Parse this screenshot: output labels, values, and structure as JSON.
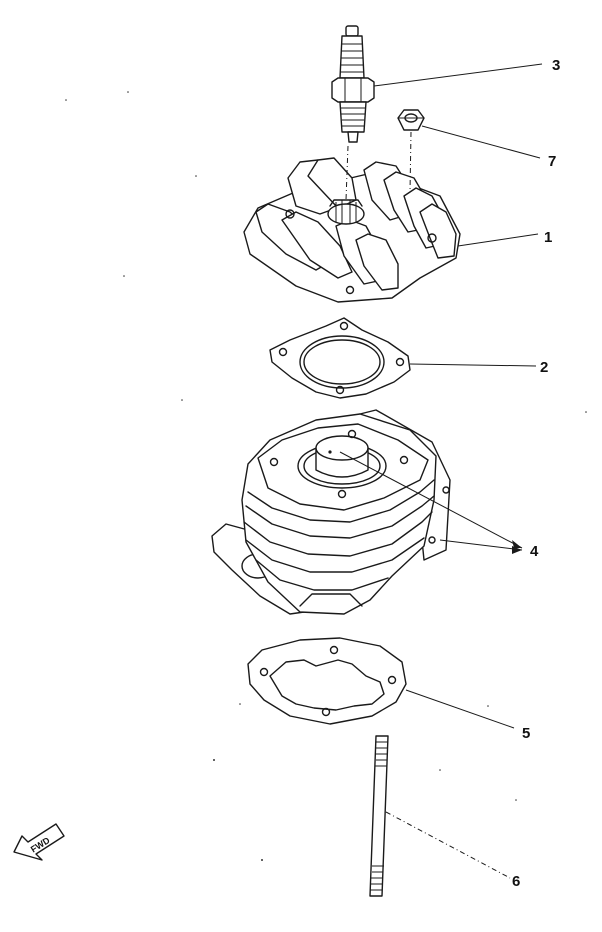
{
  "callouts": [
    {
      "id": "1",
      "label": "1"
    },
    {
      "id": "2",
      "label": "2"
    },
    {
      "id": "3",
      "label": "3"
    },
    {
      "id": "4",
      "label": "4"
    },
    {
      "id": "5",
      "label": "5"
    },
    {
      "id": "6",
      "label": "6"
    },
    {
      "id": "7",
      "label": "7"
    }
  ],
  "fwd_label": "FWD",
  "parts": [
    {
      "callout": "1",
      "icon": "cylinder-head-icon"
    },
    {
      "callout": "2",
      "icon": "head-gasket-icon"
    },
    {
      "callout": "3",
      "icon": "spark-plug-icon"
    },
    {
      "callout": "4",
      "icon": "cylinder-and-piston-icon"
    },
    {
      "callout": "5",
      "icon": "base-gasket-icon"
    },
    {
      "callout": "6",
      "icon": "stud-bolt-icon"
    },
    {
      "callout": "7",
      "icon": "nut-icon"
    }
  ]
}
